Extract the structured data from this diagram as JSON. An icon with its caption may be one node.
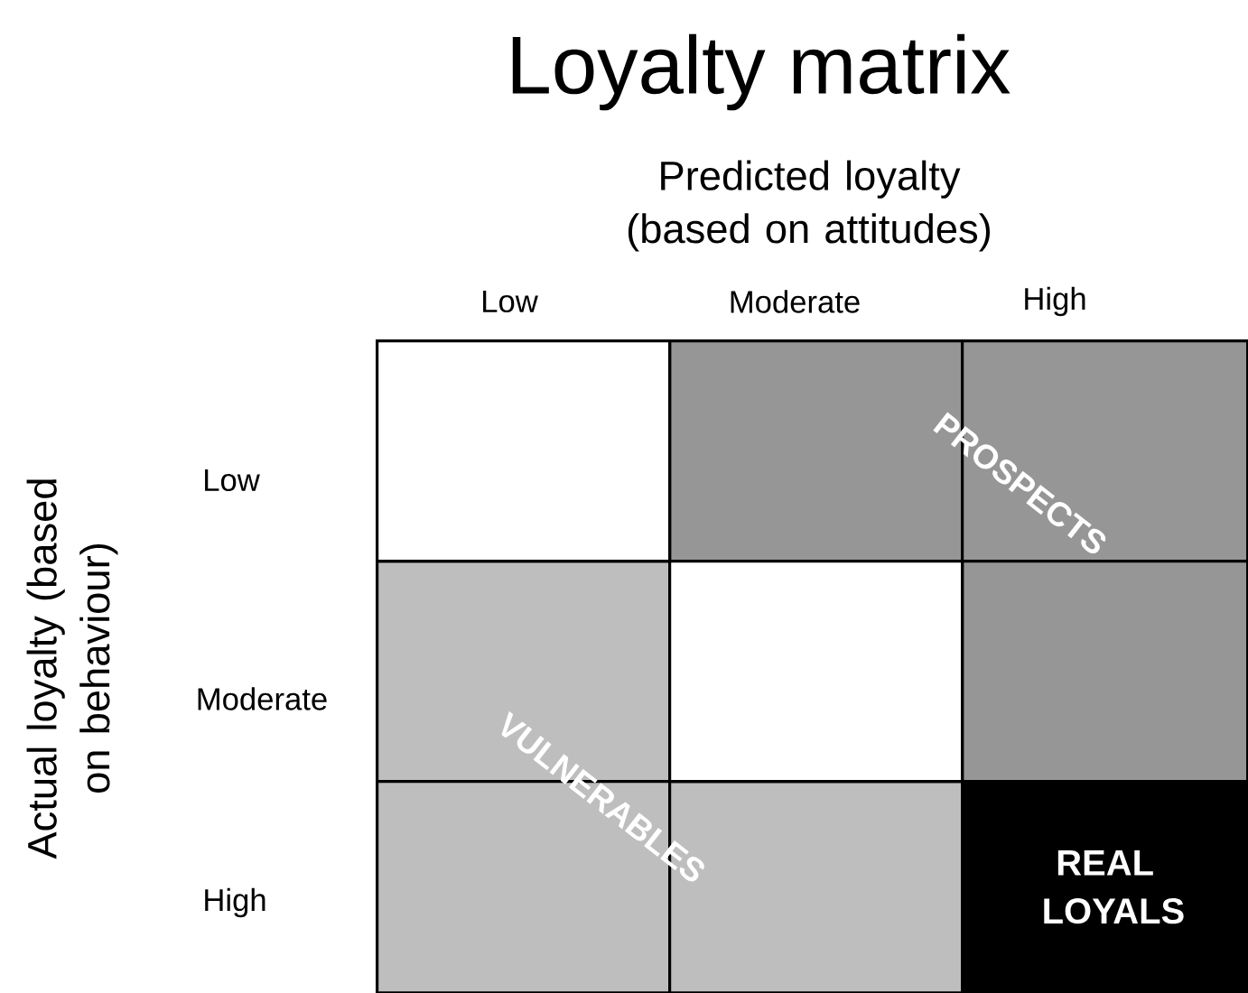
{
  "diagram": {
    "title": "Loyalty matrix",
    "nodes": [
      {
        "text": [],
        "shape": "box"
      },
      {
        "text": [],
        "shape": "box"
      },
      {
        "text": [],
        "shape": "box"
      },
      {
        "text": [],
        "shape": "box"
      },
      {
        "text": [],
        "shape": "box"
      },
      {
        "text": [],
        "shape": "box"
      },
      {
        "text": [],
        "shape": "box"
      },
      {
        "text": [],
        "shape": "box"
      },
      {
        "text": [
          "REAL LOYALS"
        ]
      }
    ],
    "labels": [
      "Predicted loyalty (based on attitudes)",
      "Low",
      "Moderate",
      "High",
      "Actual loyalty (based on behaviour)",
      "Low",
      "Moderate",
      "High",
      "PROSPECTS",
      "VULNERABLES"
    ]
  }
}
